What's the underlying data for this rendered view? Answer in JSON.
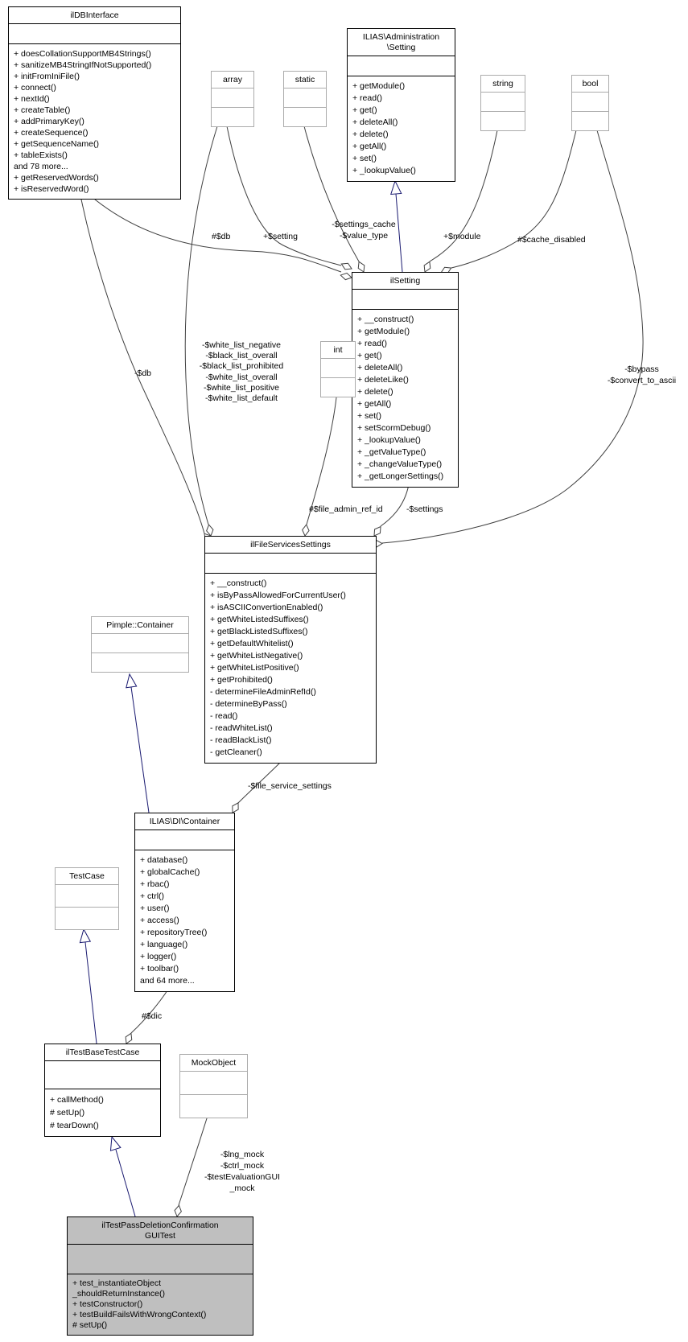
{
  "diagram_type": "uml-collaboration-diagram",
  "colors": {
    "inheritance": "#191970",
    "aggregation": "#404040",
    "class_border": "#000000",
    "external_border": "#ababab",
    "current_class_fill": "#bfbfbf",
    "background": "#ffffff",
    "text": "#000000"
  },
  "classes": {
    "ilDBInterface": {
      "name": "ilDBInterface",
      "methods": [
        "+ doesCollationSupportMB4Strings()",
        "+ sanitizeMB4StringIfNotSupported()",
        "+ initFromIniFile()",
        "+ connect()",
        "+ nextId()",
        "+ createTable()",
        "+ addPrimaryKey()",
        "+ createSequence()",
        "+ getSequenceName()",
        "+ tableExists()",
        "and 78 more...",
        "+ getReservedWords()",
        "+ isReservedWord()"
      ]
    },
    "AdministrationSetting": {
      "name": [
        "ILIAS\\Administration",
        "\\Setting"
      ],
      "methods": [
        "+ getModule()",
        "+ read()",
        "+ get()",
        "+ deleteAll()",
        "+ delete()",
        "+ getAll()",
        "+ set()",
        "+ _lookupValue()"
      ]
    },
    "ilSetting": {
      "name": "ilSetting",
      "methods": [
        "+ __construct()",
        "+ getModule()",
        "+ read()",
        "+ get()",
        "+ deleteAll()",
        "+ deleteLike()",
        "+ delete()",
        "+ getAll()",
        "+ set()",
        "+ setScormDebug()",
        "+ _lookupValue()",
        "+ _getValueType()",
        "+ _changeValueType()",
        "+ _getLongerSettings()"
      ]
    },
    "ilFileServicesSettings": {
      "name": "ilFileServicesSettings",
      "methods": [
        "+ __construct()",
        "+ isByPassAllowedForCurrentUser()",
        "+ isASCIIConvertionEnabled()",
        "+ getWhiteListedSuffixes()",
        "+ getBlackListedSuffixes()",
        "+ getDefaultWhitelist()",
        "+ getWhiteListNegative()",
        "+ getWhiteListPositive()",
        "+ getProhibited()",
        "- determineFileAdminRefId()",
        "- determineByPass()",
        "- read()",
        "- readWhiteList()",
        "- readBlackList()",
        "- getCleaner()"
      ]
    },
    "DIContainer": {
      "name": "ILIAS\\DI\\Container",
      "methods": [
        "+ database()",
        "+ globalCache()",
        "+ rbac()",
        "+ ctrl()",
        "+ user()",
        "+ access()",
        "+ repositoryTree()",
        "+ language()",
        "+ logger()",
        "+ toolbar()",
        "and 64 more..."
      ]
    },
    "PimpleContainer": {
      "name": "Pimple::Container"
    },
    "TestCase": {
      "name": "TestCase"
    },
    "ilTestBaseTestCase": {
      "name": "ilTestBaseTestCase",
      "methods": [
        "+ callMethod()",
        "# setUp()",
        "# tearDown()"
      ]
    },
    "MockObject": {
      "name": "MockObject"
    },
    "ilTestPassDeletionConfirmationGUITest": {
      "name": [
        "ilTestPassDeletionConfirmation",
        "GUITest"
      ],
      "methods": [
        "+ test_instantiateObject",
        "_shouldReturnInstance()",
        "+ testConstructor()",
        "+ testBuildFailsWithWrongContext()",
        "# setUp()"
      ]
    },
    "array": {
      "name": "array"
    },
    "static": {
      "name": "static"
    },
    "string": {
      "name": "string"
    },
    "bool": {
      "name": "bool"
    },
    "int": {
      "name": "int"
    }
  },
  "labels": {
    "db_to_ilsetting": "#$db",
    "setting": "+$setting",
    "settings_cache": [
      "-$settings_cache",
      "-$value_type"
    ],
    "module": "+$module",
    "cache_disabled": "#$cache_disabled",
    "db_to_filesettings": "-$db",
    "white_lists": [
      "-$white_list_negative",
      "-$black_list_overall",
      "-$black_list_prohibited",
      "-$white_list_overall",
      "-$white_list_positive",
      "-$white_list_default"
    ],
    "bypass": [
      "-$bypass",
      "-$convert_to_ascii"
    ],
    "file_admin_ref_id": "#$file_admin_ref_id",
    "settings_member": "-$settings",
    "file_service_settings": "-$file_service_settings",
    "dic": "#$dic",
    "mocks": [
      "-$lng_mock",
      "-$ctrl_mock",
      "-$testEvaluationGUI",
      "_mock"
    ]
  }
}
